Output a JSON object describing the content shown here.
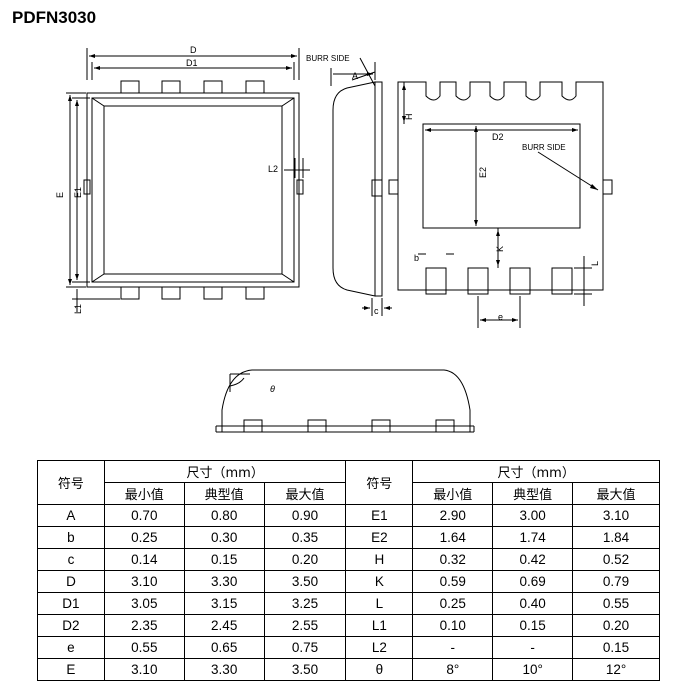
{
  "title": "PDFN3030",
  "drawing": {
    "label_D": "D",
    "label_D1": "D1",
    "label_E": "E",
    "label_E1": "E1",
    "label_L1": "L1",
    "label_L2": "L2",
    "label_A": "A",
    "label_burr_side_1": "BURR SIDE",
    "label_burr_side_2": "BURR SIDE",
    "label_c": "c",
    "label_H": "H",
    "label_D2": "D2",
    "label_E2": "E2",
    "label_K": "K",
    "label_b": "b",
    "label_e": "e",
    "label_L": "L",
    "label_theta": "θ"
  },
  "table": {
    "symbol_header": "符号",
    "size_header": "尺寸（mm）",
    "min_header": "最小值",
    "typ_header": "典型值",
    "max_header": "最大值",
    "rows": [
      {
        "s1": "A",
        "min1": "0.70",
        "typ1": "0.80",
        "max1": "0.90",
        "s2": "E1",
        "min2": "2.90",
        "typ2": "3.00",
        "max2": "3.10"
      },
      {
        "s1": "b",
        "min1": "0.25",
        "typ1": "0.30",
        "max1": "0.35",
        "s2": "E2",
        "min2": "1.64",
        "typ2": "1.74",
        "max2": "1.84"
      },
      {
        "s1": "c",
        "min1": "0.14",
        "typ1": "0.15",
        "max1": "0.20",
        "s2": "H",
        "min2": "0.32",
        "typ2": "0.42",
        "max2": "0.52"
      },
      {
        "s1": "D",
        "min1": "3.10",
        "typ1": "3.30",
        "max1": "3.50",
        "s2": "K",
        "min2": "0.59",
        "typ2": "0.69",
        "max2": "0.79"
      },
      {
        "s1": "D1",
        "min1": "3.05",
        "typ1": "3.15",
        "max1": "3.25",
        "s2": "L",
        "min2": "0.25",
        "typ2": "0.40",
        "max2": "0.55"
      },
      {
        "s1": "D2",
        "min1": "2.35",
        "typ1": "2.45",
        "max1": "2.55",
        "s2": "L1",
        "min2": "0.10",
        "typ2": "0.15",
        "max2": "0.20"
      },
      {
        "s1": "e",
        "min1": "0.55",
        "typ1": "0.65",
        "max1": "0.75",
        "s2": "L2",
        "min2": "-",
        "typ2": "-",
        "max2": "0.15"
      },
      {
        "s1": "E",
        "min1": "3.10",
        "typ1": "3.30",
        "max1": "3.50",
        "s2": "θ",
        "min2": "8°",
        "typ2": "10°",
        "max2": "12°"
      }
    ]
  }
}
